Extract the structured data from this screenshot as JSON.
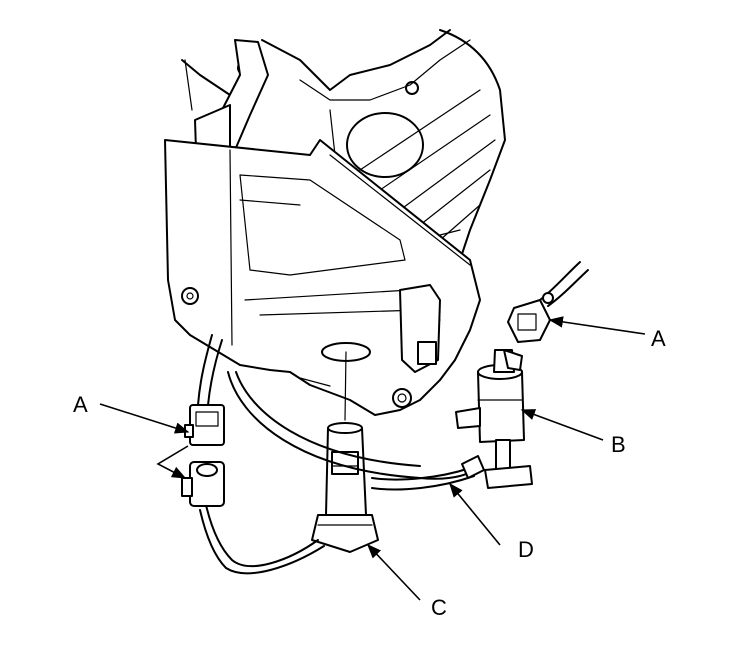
{
  "labels": {
    "connector_upper": "A",
    "connector_left": "A",
    "pump": "B",
    "level_sensor": "C",
    "hose": "D"
  }
}
